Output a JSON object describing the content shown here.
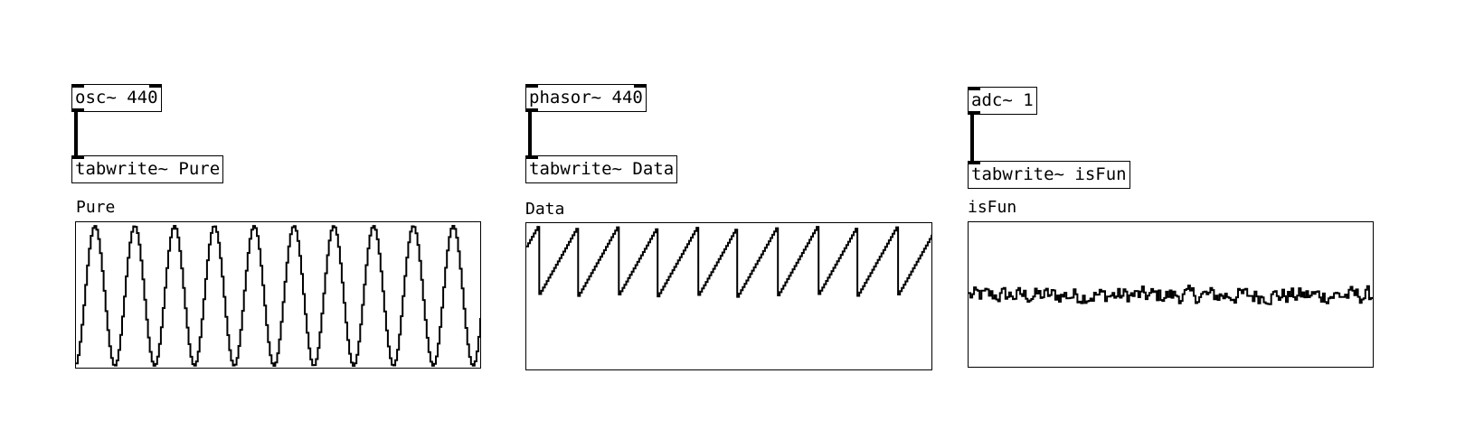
{
  "patch": {
    "objects": {
      "osc": "osc~ 440",
      "phasor": "phasor~ 440",
      "adc": "adc~ 1",
      "tabwrite_pure": "tabwrite~ Pure",
      "tabwrite_data": "tabwrite~ Data",
      "tabwrite_isfun": "tabwrite~ isFun"
    },
    "arrays": {
      "pure": {
        "name": "Pure",
        "waveform": "sine"
      },
      "data": {
        "name": "Data",
        "waveform": "sawtooth"
      },
      "isfun": {
        "name": "isFun",
        "waveform": "noise"
      }
    }
  }
}
